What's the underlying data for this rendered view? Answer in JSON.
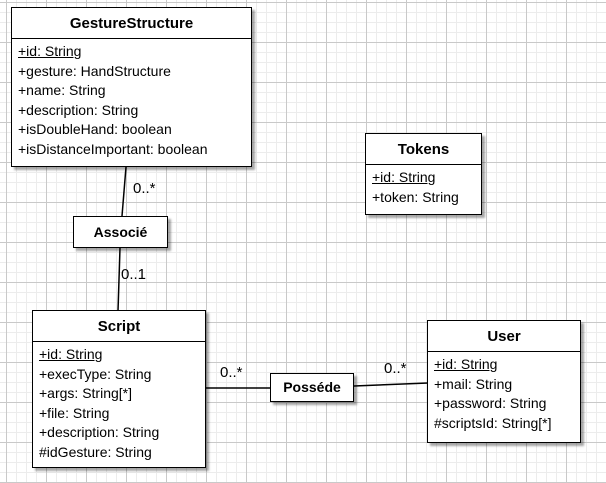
{
  "classes": {
    "gesture_structure": {
      "name": "GestureStructure",
      "attributes": [
        {
          "text": "+id: String",
          "static": true
        },
        {
          "text": "+gesture: HandStructure",
          "static": false
        },
        {
          "text": "+name: String",
          "static": false
        },
        {
          "text": "+description: String",
          "static": false
        },
        {
          "text": "+isDoubleHand: boolean",
          "static": false
        },
        {
          "text": "+isDistanceImportant: boolean",
          "static": false
        }
      ]
    },
    "tokens": {
      "name": "Tokens",
      "attributes": [
        {
          "text": "+id: String",
          "static": true
        },
        {
          "text": "+token: String",
          "static": false
        }
      ]
    },
    "script": {
      "name": "Script",
      "attributes": [
        {
          "text": "+id: String",
          "static": true
        },
        {
          "text": "+execType: String",
          "static": false
        },
        {
          "text": "+args: String[*]",
          "static": false
        },
        {
          "text": "+file: String",
          "static": false
        },
        {
          "text": "+description: String",
          "static": false
        },
        {
          "text": "#idGesture: String",
          "static": false
        }
      ]
    },
    "user": {
      "name": "User",
      "attributes": [
        {
          "text": "+id: String",
          "static": true
        },
        {
          "text": "+mail: String",
          "static": false
        },
        {
          "text": "+password: String",
          "static": false
        },
        {
          "text": "#scriptsId: String[*]",
          "static": false
        }
      ]
    }
  },
  "associations": {
    "associe": {
      "label": "Associé",
      "from": "GestureStructure",
      "to": "Script",
      "mult_from": "0..*",
      "mult_to": "0..1"
    },
    "possede": {
      "label": "Posséde",
      "from": "Script",
      "to": "User",
      "mult_from": "0..*",
      "mult_to": "0..*"
    }
  },
  "colors": {
    "line": "#000000",
    "box_fill": "#ffffff",
    "grid": "#c9c9c9"
  }
}
